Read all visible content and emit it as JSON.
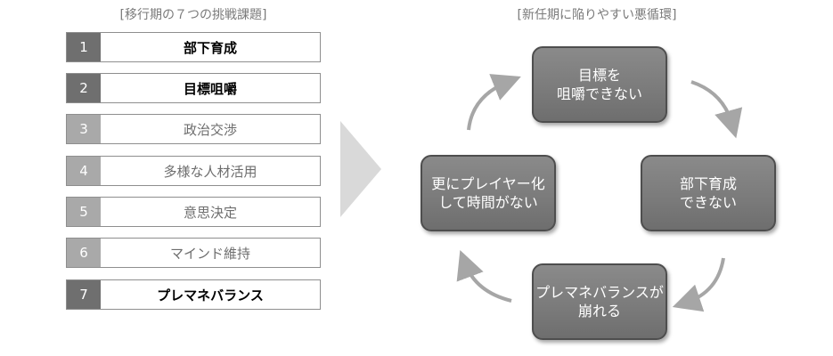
{
  "left_panel": {
    "title": "[移行期の７つの挑戦課題]",
    "items": [
      {
        "num": "1",
        "label": "部下育成",
        "emphasis": true
      },
      {
        "num": "2",
        "label": "目標咀嚼",
        "emphasis": true
      },
      {
        "num": "3",
        "label": "政治交渉",
        "emphasis": false
      },
      {
        "num": "4",
        "label": "多様な人材活用",
        "emphasis": false
      },
      {
        "num": "5",
        "label": "意思決定",
        "emphasis": false
      },
      {
        "num": "6",
        "label": "マインド維持",
        "emphasis": false
      },
      {
        "num": "7",
        "label": "プレマネバランス",
        "emphasis": true
      }
    ]
  },
  "right_panel": {
    "title": "[新任期に陥りやすい悪循環]",
    "boxes": {
      "top": "目標を\n咀嚼できない",
      "right": "部下育成\nできない",
      "bottom": "プレマネバランスが\n崩れる",
      "left": "更にプレイヤー化\nして時間がない"
    }
  },
  "colors": {
    "emphasis_number_bg": "#6f6f6f",
    "muted_number_bg": "#a9a9a9",
    "box_fill": "#7a7a7a",
    "arrow": "#a6a6a6"
  }
}
